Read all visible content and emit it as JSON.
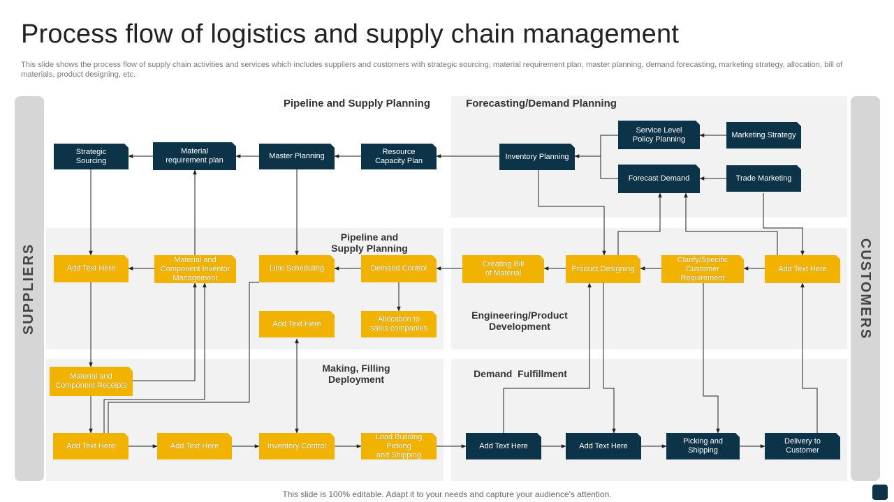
{
  "header": {
    "title": "Process flow of logistics and supply chain management",
    "subtitle": "This slide shows the process flow of supply chain activities and services which includes suppliers and customers with strategic sourcing, material requirement plan, master planning, demand forecasting, marketing strategy, allocation, bill of materials, product designing, etc."
  },
  "sidebars": {
    "left": "SUPPLIERS",
    "right": "CUSTOMERS"
  },
  "sections": {
    "pipeline_supply_planning": "Pipeline and Supply Planning",
    "forecasting_demand_planning": "Forecasting/Demand Planning",
    "pipeline_supply_planning_2": "Pipeline and\nSupply Planning",
    "engineering_product_development": "Engineering/Product\nDevelopment",
    "making_filling_deployment": "Making, Filling\nDeployment",
    "demand_fulfillment": "Demand  Fulfillment"
  },
  "nodes": {
    "strategic_sourcing": "Strategic\nSourcing",
    "material_requirement_plan": "Material\nrequirement plan",
    "master_planning": "Master Planning",
    "resource_capacity_plan": "Resource\nCapacity Plan",
    "inventory_planning": "Inventory Planning",
    "service_level_policy_planning": "Service Level\nPolicy Planning",
    "marketing_strategy": "Marketing Strategy",
    "forecast_demand": "Forecast Demand",
    "trade_marketing": "Trade Marketing",
    "add_text_row2_left": "Add Text Here",
    "material_component_inventor": "Material and\nComponent Inventor\nManagement",
    "line_scheduling": "Line Scheduling",
    "demand_control": "Demand Control",
    "creating_bill_of_material": "Creating Bill\nof Material",
    "product_designing": "Product Designing",
    "clarify_customer_requirement": "Clarify/Specific\nCustomer\nRequirement",
    "add_text_row2_right": "Add Text Here",
    "add_text_middle": "Add Text Here",
    "allocation_sales_companies": "Allocation to\nsales companies",
    "material_component_receipts": "Material and\nComponent Receipts",
    "add_text_bottom_1": "Add Text Here",
    "add_text_bottom_2": "Add Text Here",
    "inventory_control": "Inventory Control",
    "load_building_picking_shipping": "Load Building Picking\nand Shipping",
    "add_text_bottom_navy_1": "Add Text Here",
    "add_text_bottom_navy_2": "Add Text Here",
    "picking_and_shipping": "Picking and Shipping",
    "delivery_to_customer": "Delivery to Customer"
  },
  "footer": {
    "note": "This slide is 100% editable. Adapt it to your needs and capture your audience's attention."
  },
  "colors": {
    "navy": "#0d3349",
    "gold": "#f2b300",
    "panel": "#f2f2f2",
    "sidebar": "#d6d6d6"
  }
}
